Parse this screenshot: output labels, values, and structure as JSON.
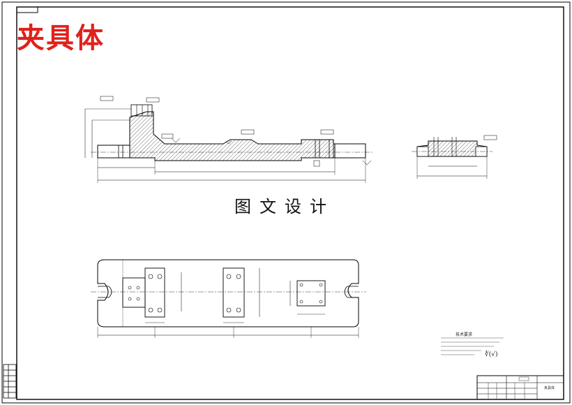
{
  "title": "夹具体",
  "watermark": "图文设计",
  "technical_requirements": {
    "heading": "技术要求"
  },
  "surface_finish_note": "∜(√)",
  "title_block": {
    "main_cell": "夹具体"
  },
  "colors": {
    "title": "#e0211b",
    "line": "#000000",
    "hatch": "#333333"
  }
}
